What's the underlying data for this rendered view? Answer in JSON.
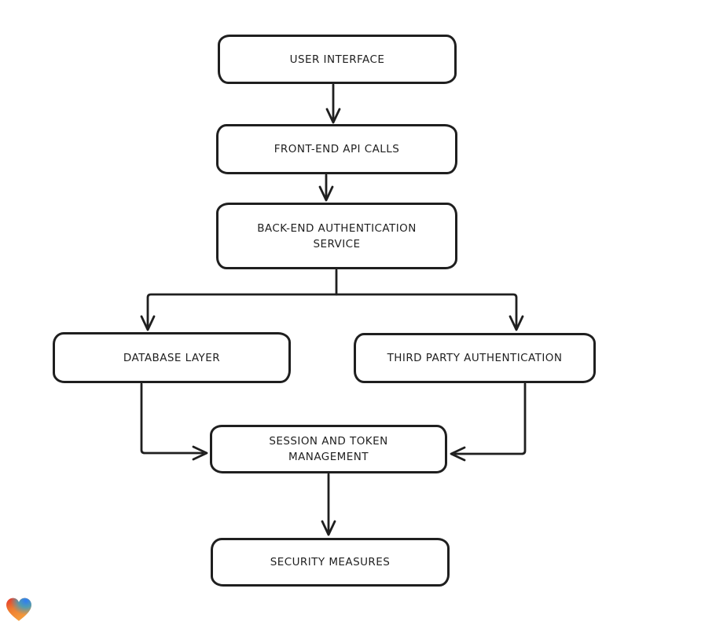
{
  "diagram": {
    "type": "flowchart",
    "style": "hand-drawn sketch, black strokes on white",
    "colors": {
      "stroke": "#1f1f1f",
      "node_fill": "#ffffff",
      "background": "#ffffff"
    },
    "nodes": [
      {
        "id": "user-interface",
        "label": "USER INTERFACE"
      },
      {
        "id": "front-end-api-calls",
        "label": "FRONT-END API CALLS"
      },
      {
        "id": "back-end-authentication-service",
        "label": "BACK-END AUTHENTICATION SERVICE"
      },
      {
        "id": "database-layer",
        "label": "DATABASE LAYER"
      },
      {
        "id": "third-party-authentication",
        "label": "THIRD PARTY AUTHENTICATION"
      },
      {
        "id": "session-and-token-management",
        "label": "SESSION AND TOKEN MANAGEMENT"
      },
      {
        "id": "security-measures",
        "label": "SECURITY MEASURES"
      }
    ],
    "edges": [
      {
        "from": "user-interface",
        "to": "front-end-api-calls"
      },
      {
        "from": "front-end-api-calls",
        "to": "back-end-authentication-service"
      },
      {
        "from": "back-end-authentication-service",
        "to": "database-layer"
      },
      {
        "from": "back-end-authentication-service",
        "to": "third-party-authentication"
      },
      {
        "from": "database-layer",
        "to": "session-and-token-management"
      },
      {
        "from": "third-party-authentication",
        "to": "session-and-token-management"
      },
      {
        "from": "session-and-token-management",
        "to": "security-measures"
      }
    ]
  },
  "branding": {
    "logo": "gradient-heart-icon",
    "gradient_colors": [
      "#e3342e",
      "#2f7bf6",
      "#f0862c",
      "#f6a03c"
    ]
  }
}
